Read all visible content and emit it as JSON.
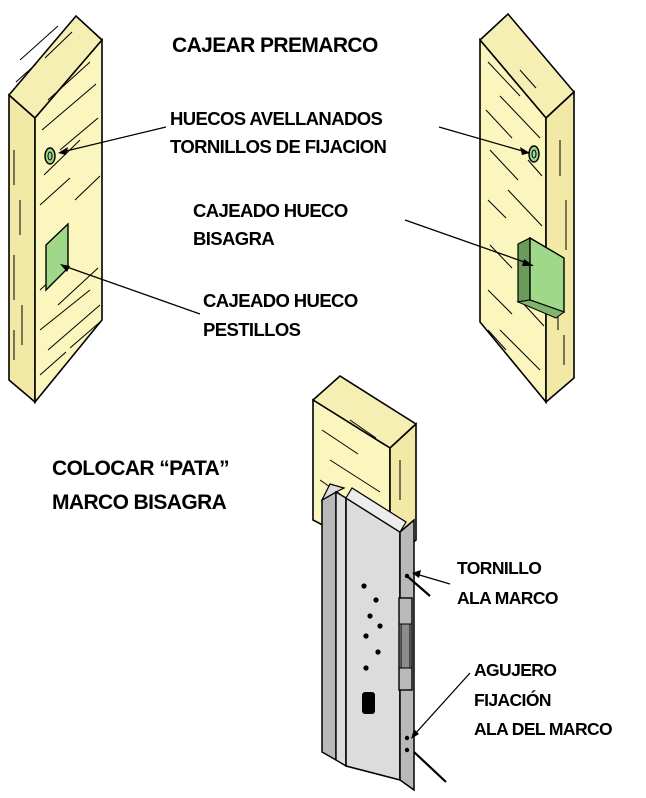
{
  "labels": {
    "title_top": "CAJEAR PREMARCO",
    "huecos_line1": "HUECOS AVELLANADOS",
    "huecos_line2": "TORNILLOS DE FIJACION",
    "bisagra_line1": "CAJEADO HUECO",
    "bisagra_line2": "BISAGRA",
    "pestillos_line1": "CAJEADO HUECO",
    "pestillos_line2": "PESTILLOS",
    "colocar_line1": "COLOCAR  “PATA”",
    "colocar_line2": "MARCO BISAGRA",
    "tornillo_line1": "TORNILLO",
    "tornillo_line2": "ALA MARCO",
    "agujero_line1": "AGUJERO",
    "agujero_line2": "FIJACIÓN",
    "agujero_line3": "ALA DEL MARCO"
  },
  "colors": {
    "wood": "#fbf5be",
    "wood_side": "#f2e9a6",
    "wood_top": "#f6efb4",
    "recess": "#9fd889",
    "metal": "#dcdcdc",
    "metal_dark": "#b9b9b9",
    "outline": "#000000"
  }
}
